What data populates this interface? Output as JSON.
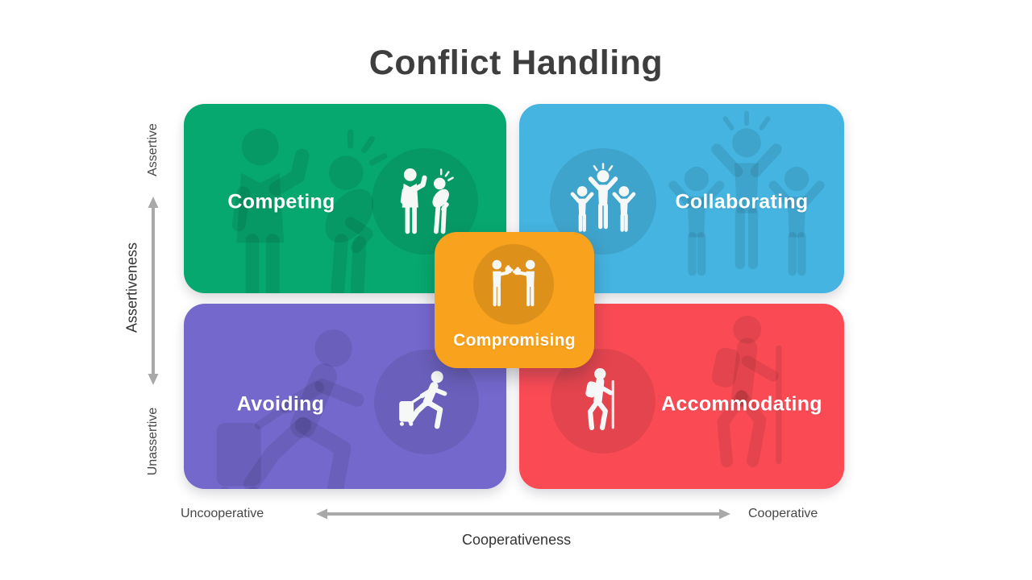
{
  "title": "Conflict Handling",
  "quadrants": [
    {
      "label": "Competing",
      "color": "#07A86F",
      "icon": "scolding-people-icon",
      "position": "top-left"
    },
    {
      "label": "Collaborating",
      "color": "#45B4E0",
      "icon": "celebrating-team-icon",
      "position": "top-right"
    },
    {
      "label": "Avoiding",
      "color": "#7568CD",
      "icon": "running-with-suitcase-icon",
      "position": "bottom-left"
    },
    {
      "label": "Accommodating",
      "color": "#FA4B55",
      "icon": "hiker-icon",
      "position": "bottom-right"
    }
  ],
  "center": {
    "label": "Compromising",
    "color": "#F8A21D",
    "icon": "puzzle-exchange-icon"
  },
  "axes": {
    "vertical": {
      "title": "Assertiveness",
      "top_label": "Assertive",
      "bottom_label": "Unassertive"
    },
    "horizontal": {
      "title": "Cooperativeness",
      "left_label": "Uncooperative",
      "right_label": "Cooperative"
    }
  },
  "style": {
    "background": "#FFFFFF",
    "title_color": "#3E3E3E",
    "axis_arrow_color": "#A9A9A9",
    "axis_text_color": "#474747",
    "icon_color": "#F6F8F7"
  }
}
